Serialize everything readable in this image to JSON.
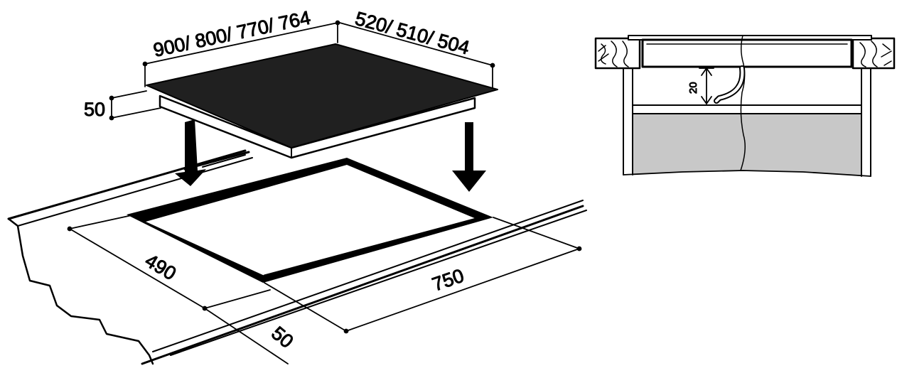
{
  "main_figure": {
    "hob_width_label": "900/ 800/ 770/ 764",
    "hob_depth_label": "520/ 510/ 504",
    "hob_height_label": "50",
    "cutout_depth_label": "490",
    "cutout_width_label": "750",
    "front_margin_label": "50"
  },
  "side_figure": {
    "clearance_label": "20"
  },
  "colors": {
    "line": "#000000",
    "hob_surface": "#202020",
    "fill_white": "#ffffff",
    "cabinet_fill": "#c8c8c8"
  }
}
